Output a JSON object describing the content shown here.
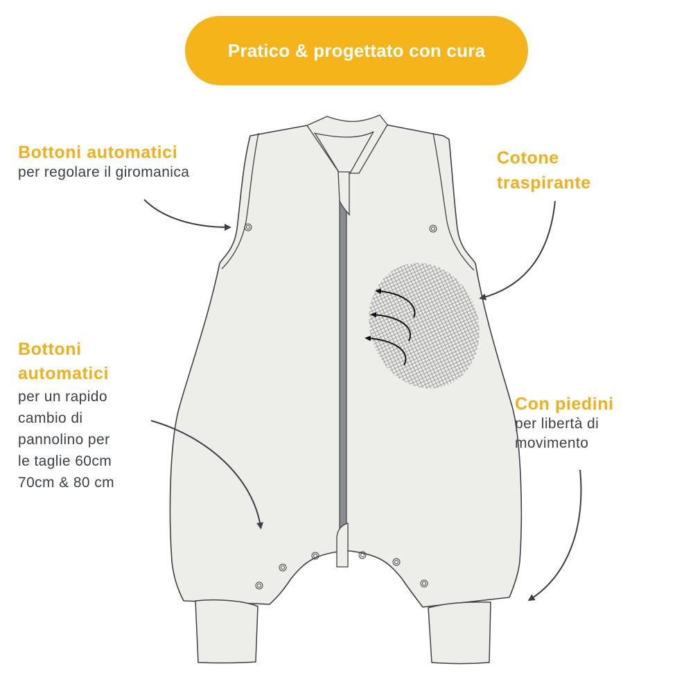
{
  "banner": {
    "text": "Pratico & progettato con cura",
    "color": "#F4B41A"
  },
  "callouts": {
    "armhole_snaps": {
      "title": "Bottoni automatici",
      "desc": "per regolare il giromanica"
    },
    "cotton": {
      "title_lines": [
        "Cotone",
        "traspirante"
      ]
    },
    "diaper_snaps": {
      "title_lines": [
        "Bottoni",
        "automatici"
      ],
      "desc_lines": [
        "per un rapido",
        "cambio di",
        "pannolino per",
        "le taglie 60cm",
        "70cm & 80 cm"
      ]
    },
    "feet": {
      "title": "Con piedini",
      "desc_lines": [
        "per libertà di",
        "movimento"
      ]
    }
  },
  "colors": {
    "accent": "#F4AE16",
    "body_text": "#3A3F44",
    "garment_fill": "#EDEDEA",
    "outline": "#3D3F44",
    "arrow": "#3B3D48"
  },
  "illustration": {
    "subject": "sleeveless baby sleep sack with feet, front zipper, snap buttons and breathable mesh panel"
  }
}
